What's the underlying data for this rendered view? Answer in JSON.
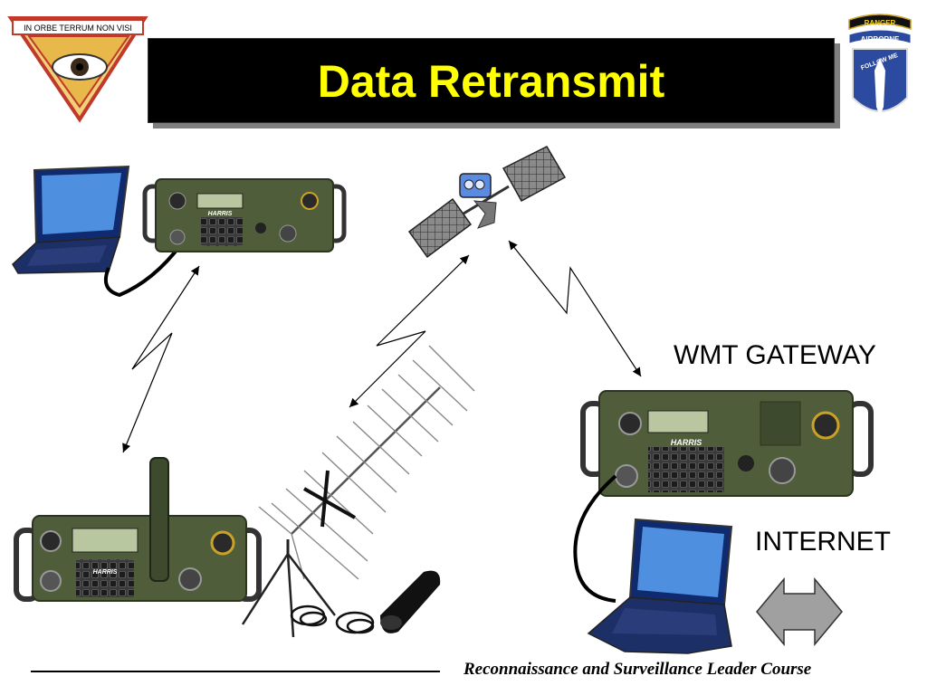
{
  "title": "Data Retransmit",
  "left_emblem": {
    "motto": "IN ORBE TERRUM NON VISI"
  },
  "right_emblem": {
    "tab_top": "RANGER",
    "tab_bottom": "AIRBORNE",
    "motto": "FOLLOW ME"
  },
  "labels": {
    "gateway": "WMT GATEWAY",
    "internet": "INTERNET"
  },
  "radio_brand": "HARRIS",
  "footer": "Reconnaissance and Surveillance Leader Course",
  "colors": {
    "title_bg": "#000000",
    "title_text": "#ffff00",
    "radio_green": "#4f5d3a",
    "arrow_gray": "#a0a0a0"
  }
}
